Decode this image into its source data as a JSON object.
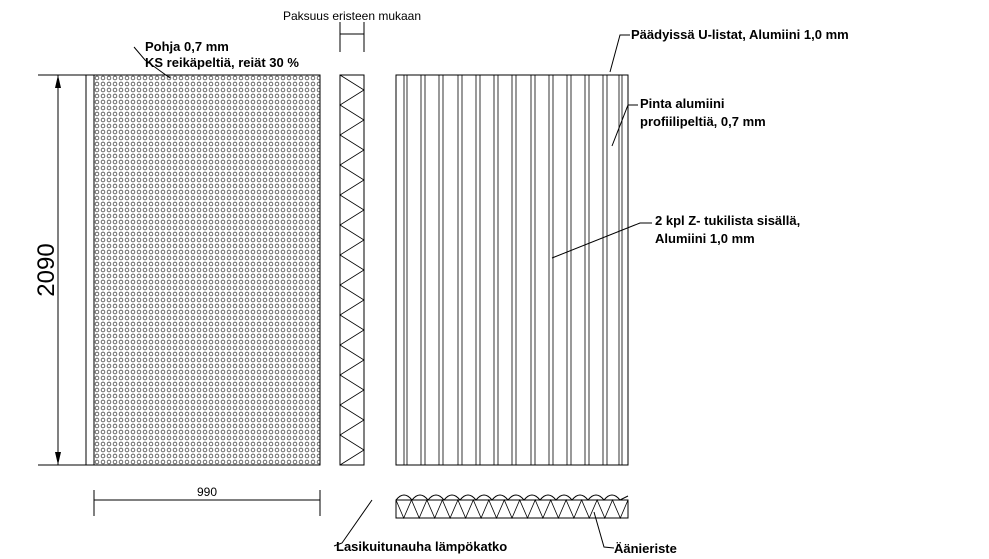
{
  "labels": {
    "thickness": "Paksuus eristeen mukaan",
    "base_line1": "Pohja 0,7 mm",
    "base_line2": "KS reikäpeltiä, reiät 30 %",
    "end_strips": "Päädyissä U-listat, Alumiini 1,0 mm",
    "surface_line1": "Pinta alumiini",
    "surface_line2": "profiilipeltiä, 0,7 mm",
    "zstrip_line1": "2 kpl Z- tukilista sisällä,",
    "zstrip_line2": "Alumiini 1,0 mm",
    "glassfiber": "Lasikuitunauha lämpökatko",
    "insulation": "Äänieriste"
  },
  "dimensions": {
    "height": "2090",
    "width": "990"
  },
  "colors": {
    "line": "#000000",
    "background": "#ffffff"
  }
}
